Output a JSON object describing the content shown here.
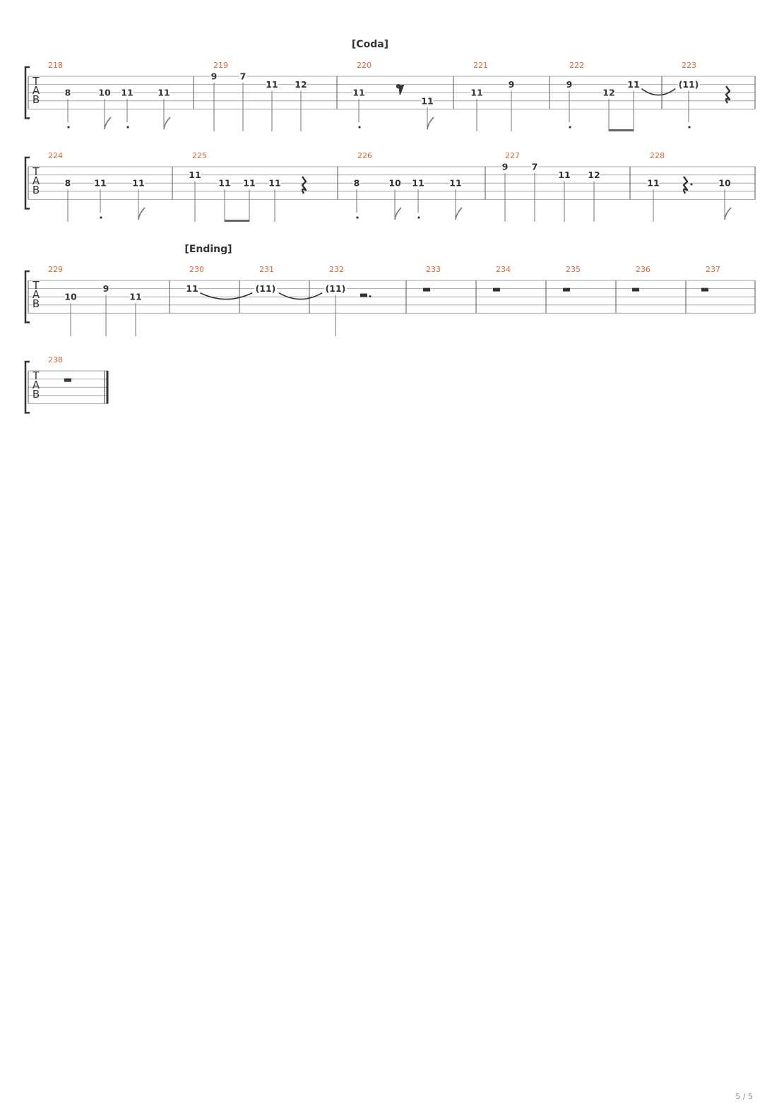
{
  "page": {
    "number": "5 / 5"
  },
  "tab_label": [
    "T",
    "A",
    "B"
  ],
  "sections": [
    {
      "name": "[Coda]"
    },
    {
      "name": "[Ending]"
    }
  ],
  "systems": [
    {
      "measures": [
        {
          "number": "218",
          "events": [
            {
              "fret": "8",
              "string": 2,
              "dur": "dotted-quarter"
            },
            {
              "fret": "10",
              "string": 2,
              "dur": "eighth"
            },
            {
              "fret": "11",
              "string": 2,
              "dur": "dotted-quarter"
            },
            {
              "fret": "11",
              "string": 2,
              "dur": "eighth"
            }
          ]
        },
        {
          "number": "219",
          "events": [
            {
              "fret": "9",
              "string": 0,
              "dur": "quarter"
            },
            {
              "fret": "7",
              "string": 0,
              "dur": "quarter"
            },
            {
              "fret": "11",
              "string": 1,
              "dur": "quarter"
            },
            {
              "fret": "12",
              "string": 1,
              "dur": "quarter"
            }
          ]
        },
        {
          "number": "220",
          "events": [
            {
              "fret": "11",
              "string": 2,
              "dur": "dotted-quarter"
            },
            {
              "rest": "eighth"
            },
            {
              "fret": "11",
              "string": 3,
              "dur": "eighth"
            }
          ]
        },
        {
          "number": "221",
          "events": [
            {
              "fret": "11",
              "string": 2,
              "dur": "quarter"
            },
            {
              "fret": "9",
              "string": 1,
              "dur": "quarter"
            }
          ]
        },
        {
          "number": "222",
          "events": [
            {
              "fret": "9",
              "string": 1,
              "dur": "dotted-quarter"
            },
            {
              "fret": "12",
              "string": 2,
              "dur": "eighth",
              "beam": "start"
            },
            {
              "fret": "11",
              "string": 1,
              "dur": "eighth",
              "beam": "end",
              "tie": true
            }
          ]
        },
        {
          "number": "223",
          "events": [
            {
              "fret": "(11)",
              "string": 1,
              "dur": "dotted-quarter"
            },
            {
              "rest": "quarter"
            }
          ]
        }
      ]
    },
    {
      "measures": [
        {
          "number": "224",
          "events": [
            {
              "fret": "8",
              "string": 2,
              "dur": "quarter"
            },
            {
              "fret": "11",
              "string": 2,
              "dur": "dotted-quarter"
            },
            {
              "fret": "11",
              "string": 2,
              "dur": "eighth"
            }
          ]
        },
        {
          "number": "225",
          "events": [
            {
              "fret": "11",
              "string": 1,
              "dur": "quarter"
            },
            {
              "fret": "11",
              "string": 2,
              "dur": "eighth",
              "beam": "start"
            },
            {
              "fret": "11",
              "string": 2,
              "dur": "eighth",
              "beam": "end"
            },
            {
              "fret": "11",
              "string": 2,
              "dur": "quarter"
            },
            {
              "rest": "quarter"
            }
          ]
        },
        {
          "number": "226",
          "events": [
            {
              "fret": "8",
              "string": 2,
              "dur": "dotted-quarter"
            },
            {
              "fret": "10",
              "string": 2,
              "dur": "eighth"
            },
            {
              "fret": "11",
              "string": 2,
              "dur": "dotted-quarter"
            },
            {
              "fret": "11",
              "string": 2,
              "dur": "eighth"
            }
          ]
        },
        {
          "number": "227",
          "events": [
            {
              "fret": "9",
              "string": 0,
              "dur": "quarter"
            },
            {
              "fret": "7",
              "string": 0,
              "dur": "quarter"
            },
            {
              "fret": "11",
              "string": 1,
              "dur": "quarter"
            },
            {
              "fret": "12",
              "string": 1,
              "dur": "quarter"
            }
          ]
        },
        {
          "number": "228",
          "events": [
            {
              "fret": "11",
              "string": 2,
              "dur": "quarter"
            },
            {
              "rest": "dotted-quarter"
            },
            {
              "fret": "10",
              "string": 2,
              "dur": "eighth"
            }
          ]
        }
      ]
    },
    {
      "measures": [
        {
          "number": "229",
          "events": [
            {
              "fret": "10",
              "string": 2,
              "dur": "quarter"
            },
            {
              "fret": "9",
              "string": 1,
              "dur": "quarter"
            },
            {
              "fret": "11",
              "string": 2,
              "dur": "quarter"
            }
          ]
        },
        {
          "number": "230",
          "events": [
            {
              "fret": "11",
              "string": 1,
              "dur": "whole",
              "tie": true
            }
          ]
        },
        {
          "number": "231",
          "events": [
            {
              "fret": "(11)",
              "string": 1,
              "dur": "whole",
              "tie": true
            }
          ]
        },
        {
          "number": "232",
          "events": [
            {
              "fret": "(11)",
              "string": 1,
              "dur": "quarter"
            },
            {
              "rest": "dotted-half"
            }
          ]
        },
        {
          "number": "233",
          "events": [
            {
              "rest": "whole"
            }
          ]
        },
        {
          "number": "234",
          "events": [
            {
              "rest": "whole"
            }
          ]
        },
        {
          "number": "235",
          "events": [
            {
              "rest": "whole"
            }
          ]
        },
        {
          "number": "236",
          "events": [
            {
              "rest": "whole"
            }
          ]
        },
        {
          "number": "237",
          "events": [
            {
              "rest": "whole"
            }
          ]
        }
      ]
    },
    {
      "measures": [
        {
          "number": "238",
          "events": [
            {
              "rest": "whole"
            }
          ],
          "final_barline": true
        }
      ]
    }
  ]
}
